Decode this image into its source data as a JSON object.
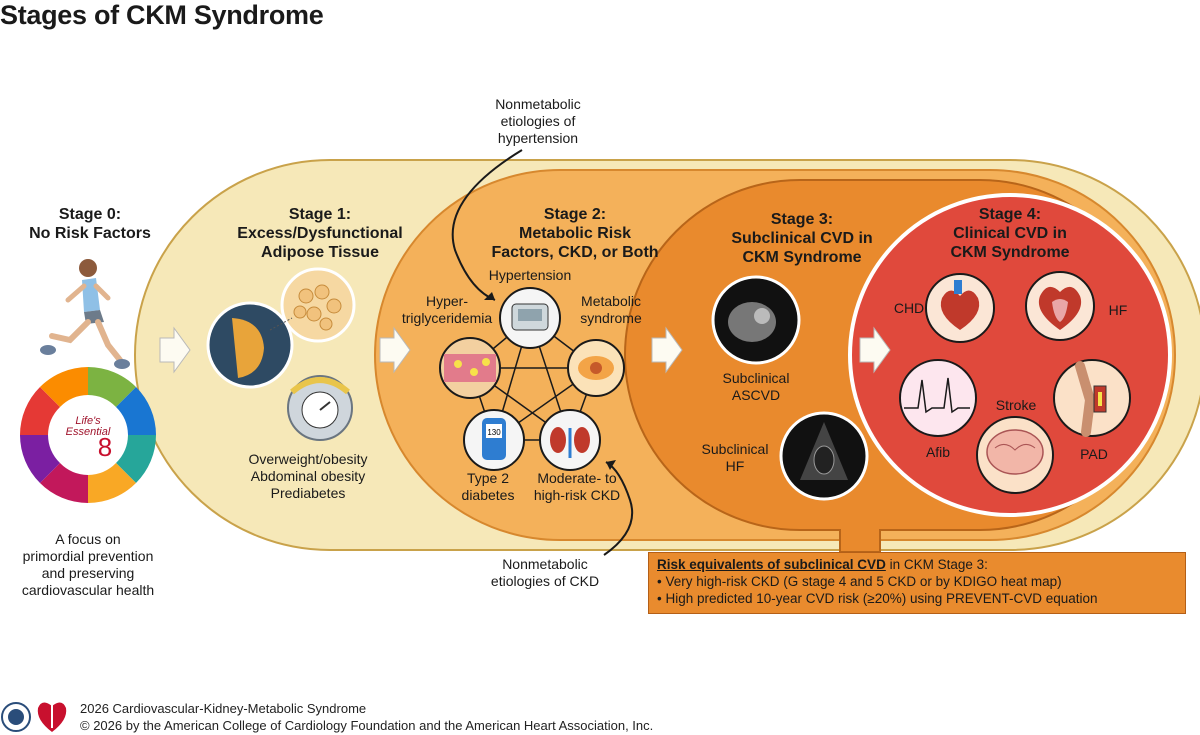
{
  "title": "Stages of CKM Syndrome",
  "stages": [
    {
      "lines": [
        "Stage 0:",
        "No Risk Factors"
      ]
    },
    {
      "lines": [
        "Stage 1:",
        "Excess/Dysfunctional",
        "Adipose Tissue"
      ]
    },
    {
      "lines": [
        "Stage 2:",
        "Metabolic Risk",
        "Factors, CKD, or Both"
      ]
    },
    {
      "lines": [
        "Stage 3:",
        "Subclinical CVD in",
        "CKM Syndrome"
      ]
    },
    {
      "lines": [
        "Stage 4:",
        "Clinical CVD in",
        "CKM Syndrome"
      ]
    }
  ],
  "stage0": {
    "le8_badge": [
      "Life's",
      "Essential",
      "8"
    ],
    "focus_text": [
      "A focus on",
      "primordial prevention",
      "and preserving",
      "cardiovascular health"
    ]
  },
  "stage1": {
    "conditions": [
      "Overweight/obesity",
      "Abdominal obesity",
      "Prediabetes"
    ]
  },
  "stage2": {
    "hypertension": "Hypertension",
    "hypertriglyceridemia": [
      "Hyper-",
      "triglyceridemia"
    ],
    "metabolic_syndrome": [
      "Metabolic",
      "syndrome"
    ],
    "type2_diabetes": [
      "Type 2",
      "diabetes"
    ],
    "ckd": [
      "Moderate- to",
      "high-risk CKD"
    ],
    "glucose_reading": "130"
  },
  "stage3": {
    "ascvd": [
      "Subclinical",
      "ASCVD"
    ],
    "hf": [
      "Subclinical",
      "HF"
    ]
  },
  "stage4": {
    "chd": "CHD",
    "hf": "HF",
    "stroke": "Stroke",
    "afib": "Afib",
    "pad": "PAD"
  },
  "annotations": {
    "nonmetabolic_hypertension": [
      "Nonmetabolic",
      "etiologies of",
      "hypertension"
    ],
    "nonmetabolic_ckd": [
      "Nonmetabolic",
      "etiologies of CKD"
    ]
  },
  "risk_box": {
    "header_bold": "Risk equivalents of subclinical CVD",
    "header_rest": " in CKM Stage 3:",
    "items": [
      "• Very high-risk CKD (G stage 4 and 5 CKD or by KDIGO heat map)",
      "• High predicted 10-year CVD risk (≥20%) using PREVENT-CVD equation"
    ]
  },
  "footer": {
    "line1": "2026 Cardiovascular-Kidney-Metabolic Syndrome",
    "line2": "© 2026 by the American College of Cardiology Foundation and the American Heart Association, Inc."
  },
  "colors": {
    "stage1_fill": "#f7ecc4",
    "stage2_fill": "#f5b35a",
    "stage3_fill": "#e98b2e",
    "stage4_fill": "#e0493c",
    "arrow_fill": "#fdfbf2"
  }
}
